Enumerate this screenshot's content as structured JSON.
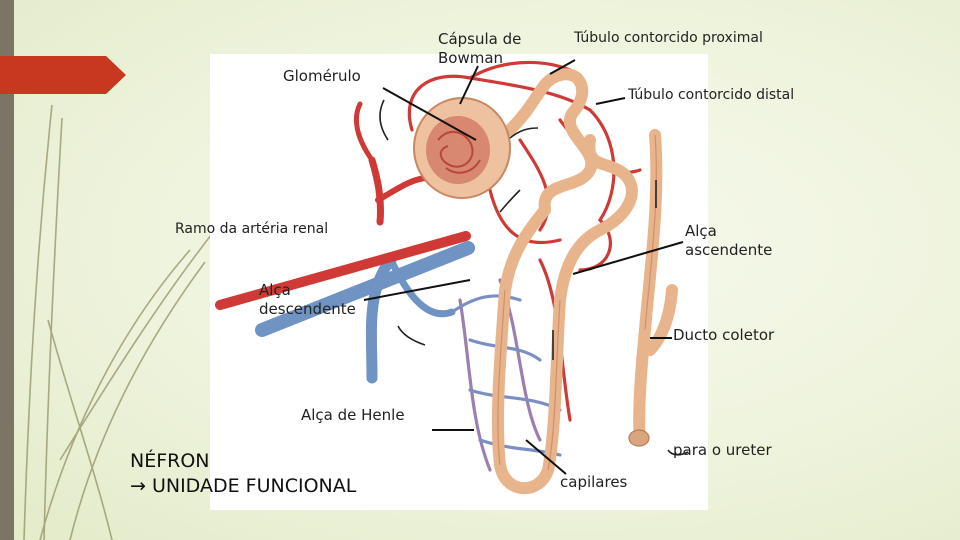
{
  "labels": {
    "capsula_bowman": "Cápsula de Bowman",
    "tubulo_proximal": "Túbulo contorcido proximal",
    "glomerulo": "Glomérulo",
    "tubulo_distal": "Túbulo contorcido distal",
    "ramo_arteria": "Ramo da artéria renal",
    "alca_ascendente": "Alça ascendente",
    "alca_descendente": "Alça descendente",
    "ducto_coletor": "Ducto coletor",
    "alca_henle": "Alça de Henle",
    "para_ureter": "para o ureter",
    "capilares": "capilares"
  },
  "title": {
    "line1": "NÉFRON",
    "line2": "→ UNIDADE FUNCIONAL"
  },
  "colors": {
    "artery": "#cf3a36",
    "vein": "#6f93c2",
    "tubule": "#e8b48c",
    "tubule_dark": "#c98760",
    "accent": "#c8371f",
    "side_bar": "#7c7566"
  }
}
